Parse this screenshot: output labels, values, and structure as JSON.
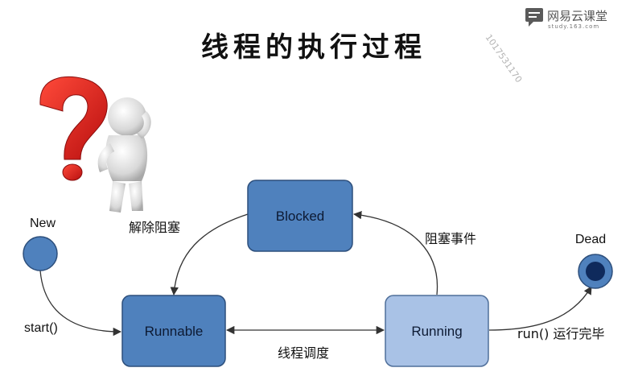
{
  "title": "线程的执行过程",
  "brand": {
    "name": "网易云课堂",
    "url_text": "study.163.com",
    "icon": "chat-bubble-icon"
  },
  "watermark": "1017531170",
  "states": {
    "new": "New",
    "blocked": "Blocked",
    "runnable": "Runnable",
    "running": "Running",
    "dead": "Dead"
  },
  "transitions": {
    "start": "start()",
    "unblock": "解除阻塞",
    "block_event": "阻塞事件",
    "schedule": "线程调度",
    "run_complete": "run() 运行完毕"
  },
  "illustration": {
    "icon": "question-mark-thinking-figure-icon"
  },
  "colors": {
    "node_dark": "#4f81bd",
    "node_light": "#a9c2e6",
    "node_border": "#2d4f7c",
    "dead_inner": "#0f2a5c",
    "question_mark": "#e02020",
    "arrow": "#333333"
  }
}
